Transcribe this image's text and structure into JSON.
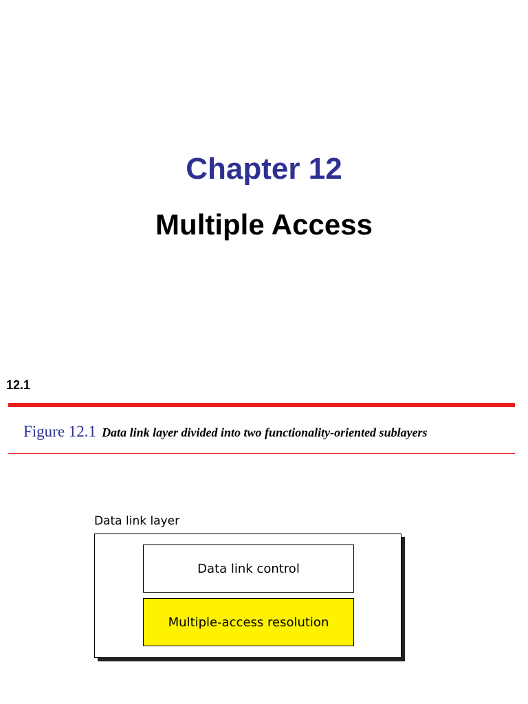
{
  "title": {
    "chapter": "Chapter 12",
    "subtitle": "Multiple Access"
  },
  "section": {
    "number": "12.1"
  },
  "figure": {
    "label": "Figure 12.1",
    "caption": "Data link layer divided into two functionality-oriented sublayers"
  },
  "diagram": {
    "outer_label": "Data link layer",
    "sublayers": [
      {
        "label": "Data link control",
        "fill": "#ffffff"
      },
      {
        "label": "Multiple-access resolution",
        "fill": "#fff200"
      }
    ]
  },
  "colors": {
    "title": "#2e3192",
    "rule": "#ee1c1c",
    "highlight": "#fff200"
  }
}
